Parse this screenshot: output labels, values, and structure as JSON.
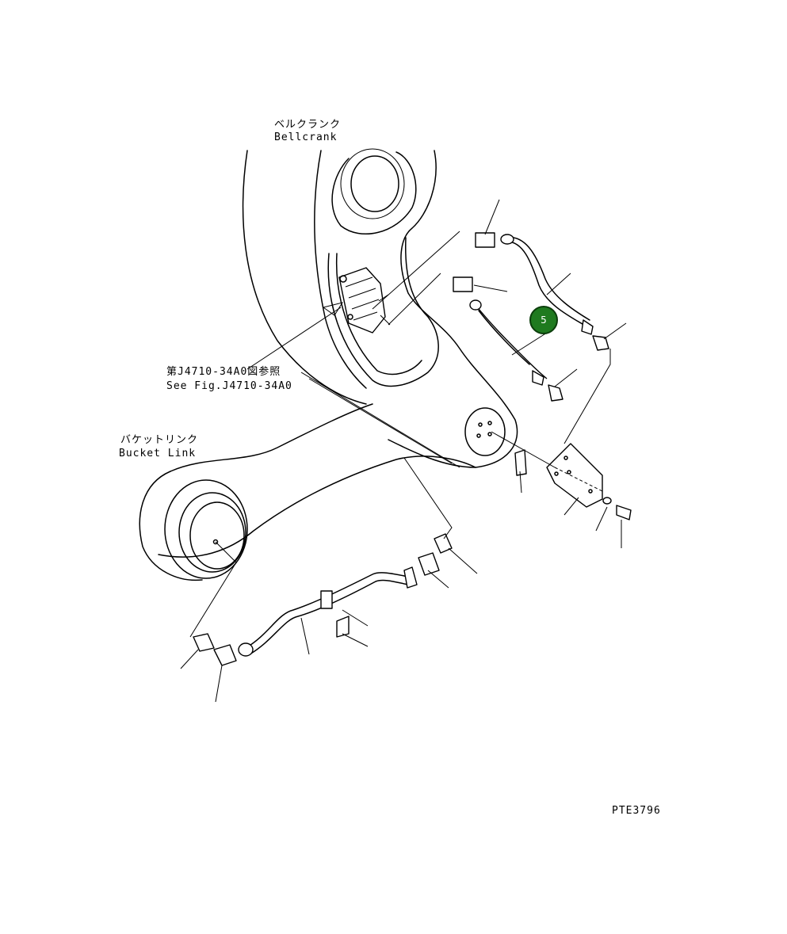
{
  "labels": {
    "bellcrank_jp": "ベルクランク",
    "bellcrank_en": "Bellcrank",
    "see_fig_jp": "第J4710-34A0図参照",
    "see_fig_en": "See Fig.J4710-34A0",
    "bucket_link_jp": "バケットリンク",
    "bucket_link_en": "Bucket Link",
    "drawing_id": "PTE3796"
  },
  "callout": {
    "number": "5",
    "color": "#1f7a1f"
  }
}
